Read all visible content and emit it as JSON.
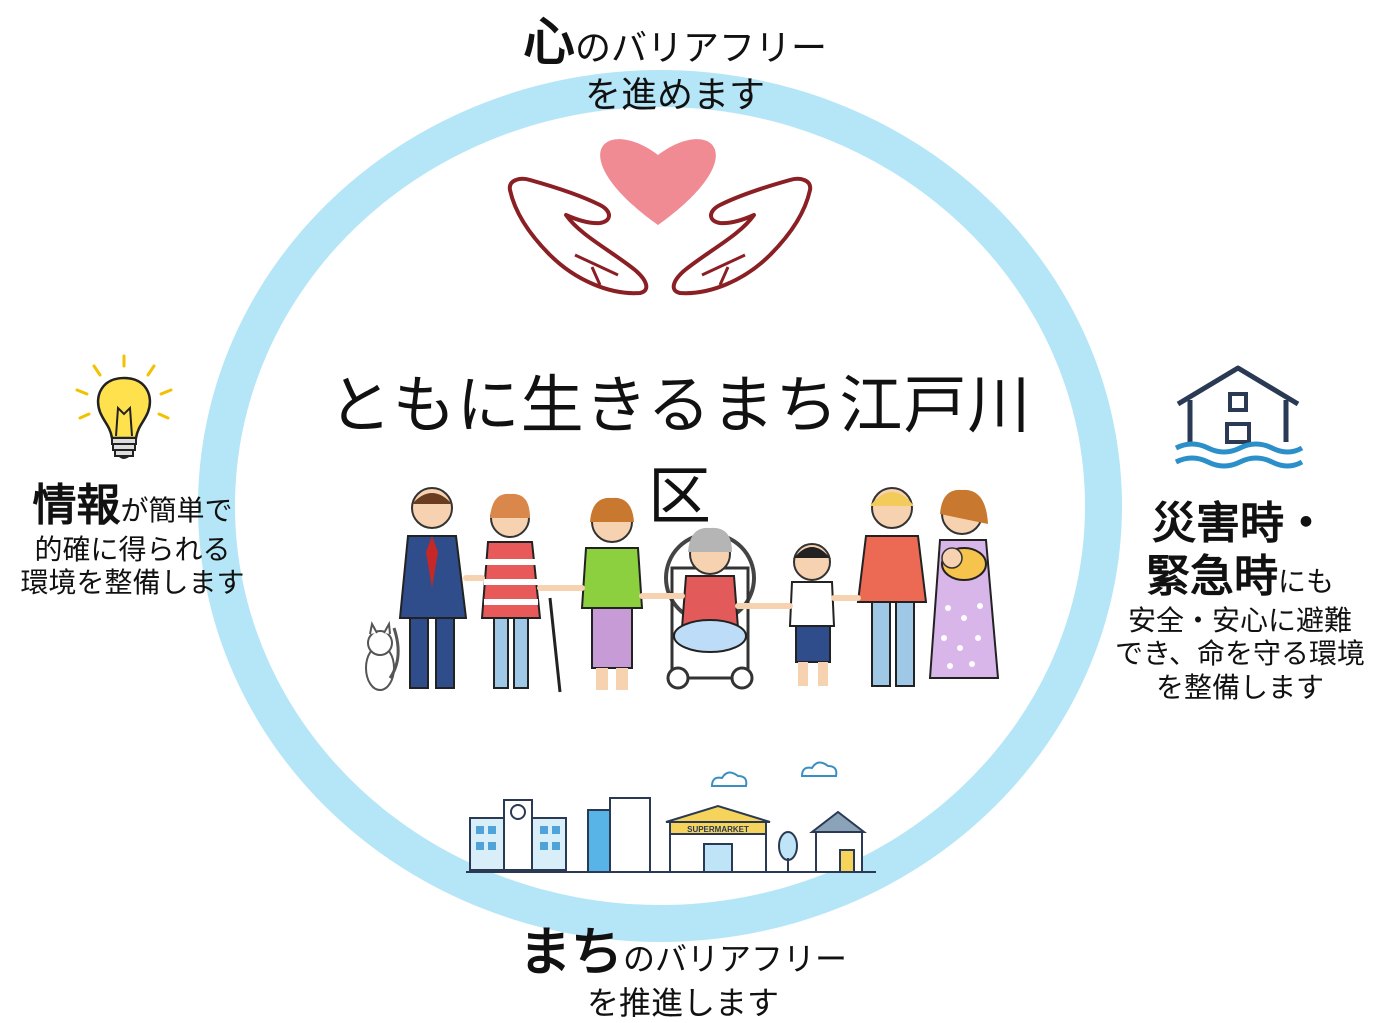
{
  "title": "ともに生きるまち江戸川区",
  "top": {
    "emph": "心",
    "rest": "のバリアフリー",
    "line2": "を進めます"
  },
  "left": {
    "emph": "情報",
    "rest": "が簡単で",
    "line2": "的確に得られる",
    "line3": "環境を整備します"
  },
  "right": {
    "line1": "災害時・",
    "emph": "緊急時",
    "rest": "にも",
    "line3": "安全・安心に避難",
    "line4": "でき、命を守る環境",
    "line5": "を整備します"
  },
  "bottom": {
    "emph": "まち",
    "rest": "のバリアフリー",
    "line2": "を推進します"
  },
  "supermarket_sign": "SUPERMARKET",
  "colors": {
    "ring": "#b5e6f7",
    "heart": "#f08a93",
    "hands": "#8a1f24",
    "bulb": "#ffe14d",
    "house": "#2a3a55",
    "water": "#2b8fc9"
  },
  "icons": [
    "heart-in-hands-icon",
    "light-bulb-icon",
    "flooded-house-icon",
    "town-buildings-icon"
  ]
}
